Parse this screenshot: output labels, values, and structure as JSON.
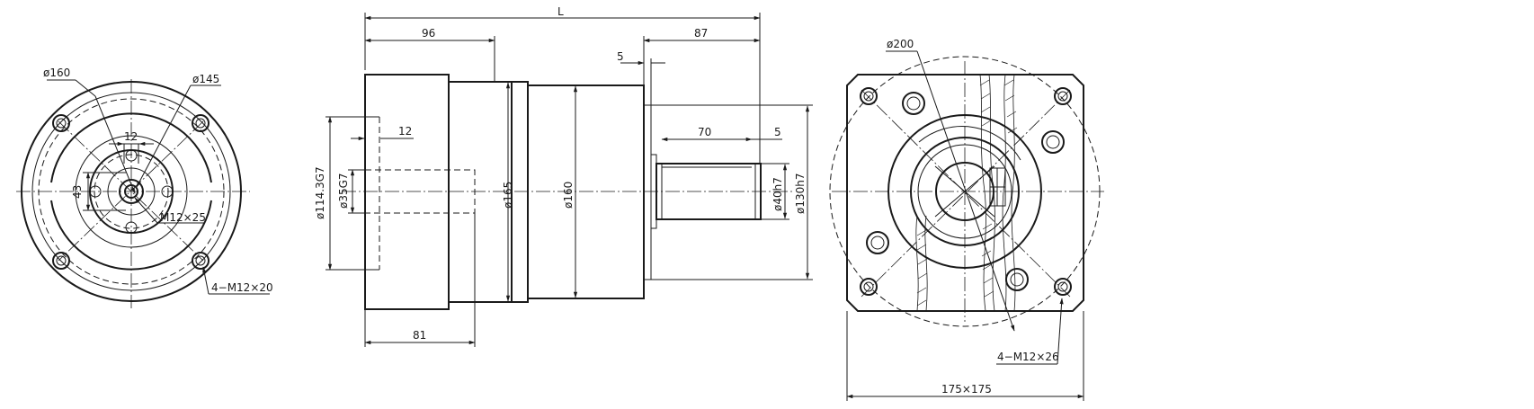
{
  "front_view": {
    "d160": "ø160",
    "d145": "ø145",
    "w12": "12",
    "h43": "43",
    "tap_center": "M12×25",
    "holes": "4−M12×20"
  },
  "side_view": {
    "L": "L",
    "d96": "96",
    "d87": "87",
    "d5a": "5",
    "d12": "12",
    "d70": "70",
    "d5b": "5",
    "d81": "81",
    "d114": "ø114.3G7",
    "d35": "ø35G7",
    "d165": "ø165",
    "d160": "ø160",
    "d40": "ø40h7",
    "d130": "ø130h7"
  },
  "flange_view": {
    "d200": "ø200",
    "holes": "4−M12×26",
    "size": "175×175"
  }
}
